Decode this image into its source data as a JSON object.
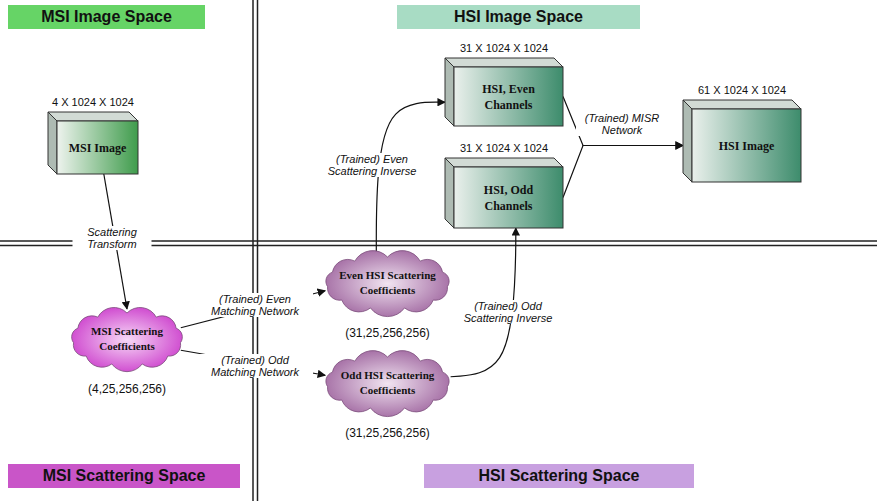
{
  "diagram": {
    "nodes": [
      {
        "text": [
          "MSI Image Space"
        ]
      },
      {
        "text": [
          "HSI Image Space"
        ]
      },
      {
        "text": [
          "4 X 1024 X 1024",
          "MSI Image"
        ]
      },
      {
        "text": [
          "31 X 1024 X 1024",
          "HSI, Even Channels"
        ]
      },
      {
        "text": [
          "31 X 1024 X 1024",
          "HSI, Odd Channels"
        ]
      },
      {
        "text": [
          "61 X 1024 X 1024",
          "HSI Image"
        ]
      },
      {
        "text": [
          "MSI Scattering Coefficients",
          "(4,25,256,256)"
        ]
      },
      {
        "text": [
          "Even HSI Scattering Coefficients",
          "(31,25,256,256)"
        ]
      },
      {
        "text": [
          "Odd HSI Scattering Coefficients",
          "(31,25,256,256)"
        ]
      },
      {
        "text": [
          "MSI Scattering Space"
        ]
      },
      {
        "text": [
          "HSI Scattering Space"
        ]
      }
    ],
    "edges": [
      {
        "from": 2,
        "to": 6,
        "arrow": "to",
        "label": "Scattering Transform"
      },
      {
        "from": 6,
        "to": 7,
        "arrow": "to",
        "label": "(Trained) Even Matching Network"
      },
      {
        "from": 6,
        "to": 8,
        "arrow": "to",
        "label": "(Trained) Odd Matching Network"
      },
      {
        "from": 7,
        "to": 3,
        "arrow": "to",
        "label": "(Trained) Even Scattering Inverse"
      },
      {
        "from": 8,
        "to": 4,
        "arrow": "to",
        "label": "(Trained) Odd Scattering Inverse"
      },
      {
        "from": 3,
        "to": 5,
        "arrow": "to",
        "label": "(Trained) MISR Network"
      },
      {
        "from": 4,
        "to": 5,
        "arrow": "to"
      }
    ]
  }
}
